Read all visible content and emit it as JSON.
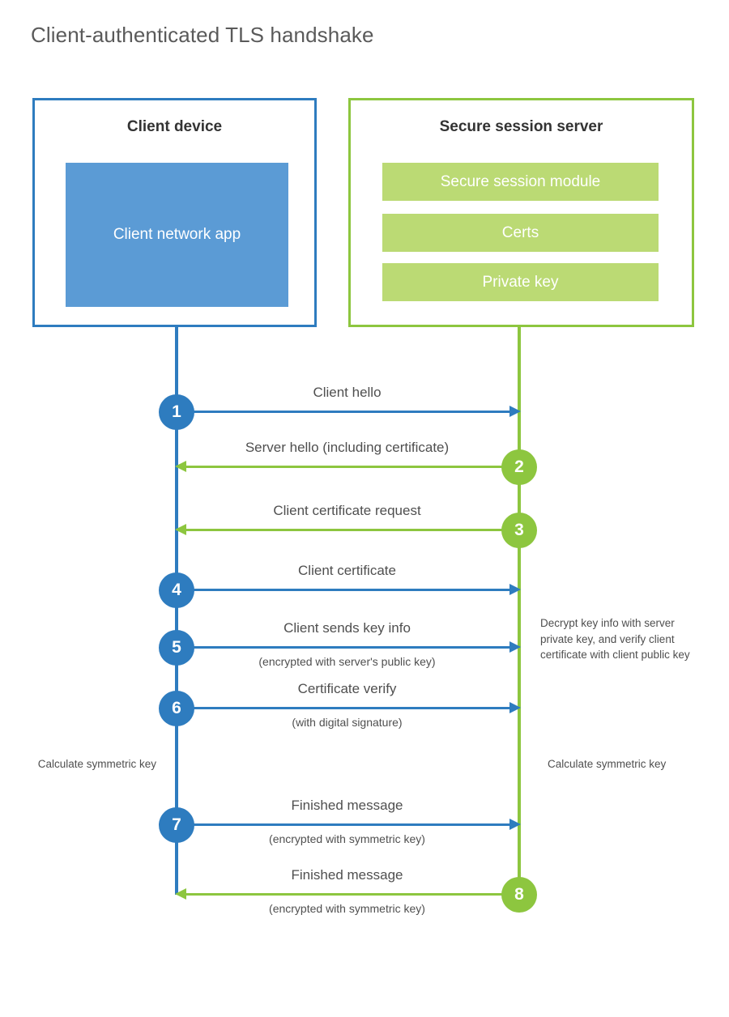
{
  "title": "Client-authenticated TLS handshake",
  "colors": {
    "client_border": "#2E7CBF",
    "client_fill": "#5B9BD5",
    "server_border": "#8DC63F",
    "server_fill": "#BBDA74",
    "text": "#4f4f4f",
    "background": "#ffffff"
  },
  "actors": {
    "client": {
      "title": "Client device",
      "blocks": [
        {
          "label": "Client network app"
        }
      ]
    },
    "server": {
      "title": "Secure session server",
      "blocks": [
        {
          "label": "Secure session module"
        },
        {
          "label": "Certs"
        },
        {
          "label": "Private key"
        }
      ]
    }
  },
  "messages": [
    {
      "step": "1",
      "label": "Client hello",
      "sublabel": "",
      "direction": "client-to-server"
    },
    {
      "step": "2",
      "label": "Server hello (including certificate)",
      "sublabel": "",
      "direction": "server-to-client"
    },
    {
      "step": "3",
      "label": "Client certificate request",
      "sublabel": "",
      "direction": "server-to-client"
    },
    {
      "step": "4",
      "label": "Client certificate",
      "sublabel": "",
      "direction": "client-to-server"
    },
    {
      "step": "5",
      "label": "Client sends key info",
      "sublabel": "(encrypted with server's public key)",
      "direction": "client-to-server"
    },
    {
      "step": "6",
      "label": "Certificate verify",
      "sublabel": "(with digital signature)",
      "direction": "client-to-server"
    },
    {
      "step": "7",
      "label": "Finished message",
      "sublabel": "(encrypted with symmetric key)",
      "direction": "client-to-server"
    },
    {
      "step": "8",
      "label": "Finished message",
      "sublabel": "(encrypted with symmetric key)",
      "direction": "server-to-client"
    }
  ],
  "annotations": {
    "server_decrypt_note": "Decrypt key info with server private key, and verify client certificate with client public key",
    "client_calculate": "Calculate symmetric key",
    "server_calculate": "Calculate symmetric key"
  }
}
